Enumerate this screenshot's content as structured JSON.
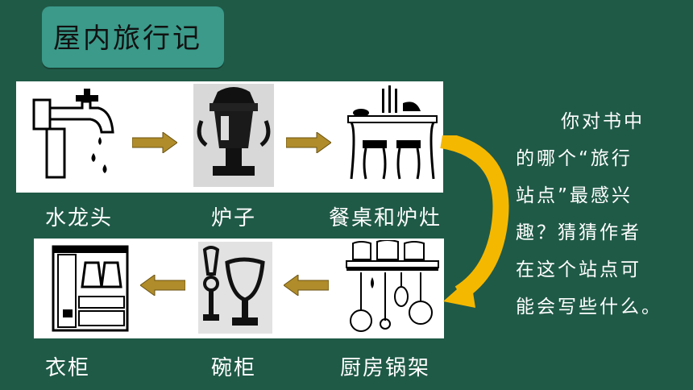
{
  "title": "屋内旅行记",
  "stations_top": [
    {
      "label": "水龙头",
      "icon": "faucet-icon"
    },
    {
      "label": "炉子",
      "icon": "stove-icon"
    },
    {
      "label": "餐桌和炉灶",
      "icon": "dining-table-icon"
    }
  ],
  "stations_bottom": [
    {
      "label": "衣柜",
      "icon": "wardrobe-icon"
    },
    {
      "label": "碗柜",
      "icon": "cupboard-icon"
    },
    {
      "label": "厨房锅架",
      "icon": "pot-rack-icon"
    }
  ],
  "question": {
    "lines": [
      "你对书中",
      "的哪个“旅行",
      "站点”最感兴",
      "趣？猜猜作者",
      "在这个站点可",
      "能会写些什么。"
    ]
  },
  "colors": {
    "background": "#1f5a47",
    "title_box": "#3b9a8a",
    "arrow": "#b08c2a",
    "curve_arrow": "#f5b800"
  }
}
